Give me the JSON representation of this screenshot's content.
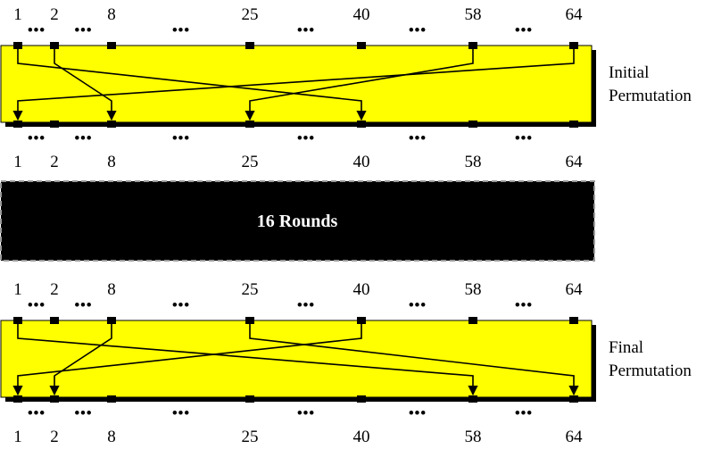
{
  "positions": [
    "1",
    "2",
    "8",
    "25",
    "40",
    "58",
    "64"
  ],
  "ellipsis": "•••",
  "colors": {
    "box": "#ffff00",
    "shadow": "#000000",
    "rounds_box": "#000000",
    "rounds_border": "#9a9a9a"
  },
  "initial": {
    "label_line1": "Initial",
    "label_line2": "Permutation",
    "mappings": [
      {
        "from": "1",
        "to": "40"
      },
      {
        "from": "2",
        "to": "8"
      },
      {
        "from": "58",
        "to": "25"
      },
      {
        "from": "64",
        "to": "1"
      }
    ]
  },
  "rounds": {
    "label": "16 Rounds"
  },
  "final": {
    "label_line1": "Final",
    "label_line2": "Permutation",
    "mappings": [
      {
        "from": "1",
        "to": "58"
      },
      {
        "from": "8",
        "to": "2"
      },
      {
        "from": "25",
        "to": "64"
      },
      {
        "from": "40",
        "to": "1"
      }
    ]
  }
}
